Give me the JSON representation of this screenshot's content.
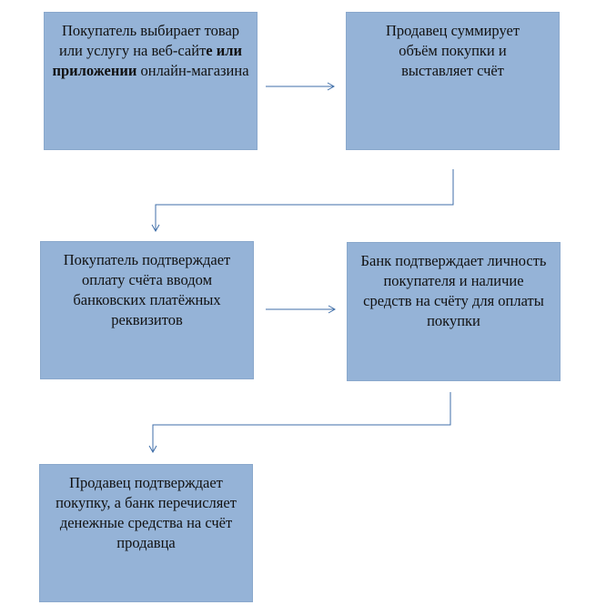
{
  "colors": {
    "box_fill": "#95b3d7",
    "arrow": "#3f6ea8"
  },
  "steps": [
    {
      "text_before": "Покупатель выбирает товар или услугу на веб-сайт",
      "text_bold": "е или приложении",
      "text_after": " онлайн-магазина"
    },
    {
      "text": "Продавец суммирует объём покупки и выставляет счёт"
    },
    {
      "text": "Покупатель подтверждает оплату счёта вводом банковских платёжных реквизитов"
    },
    {
      "text": "Банк подтверждает личность покупателя и наличие средств на счёту для оплаты покупки"
    },
    {
      "text": "Продавец подтверждает покупку, а банк перечисляет денежные средства на счёт продавца"
    }
  ]
}
